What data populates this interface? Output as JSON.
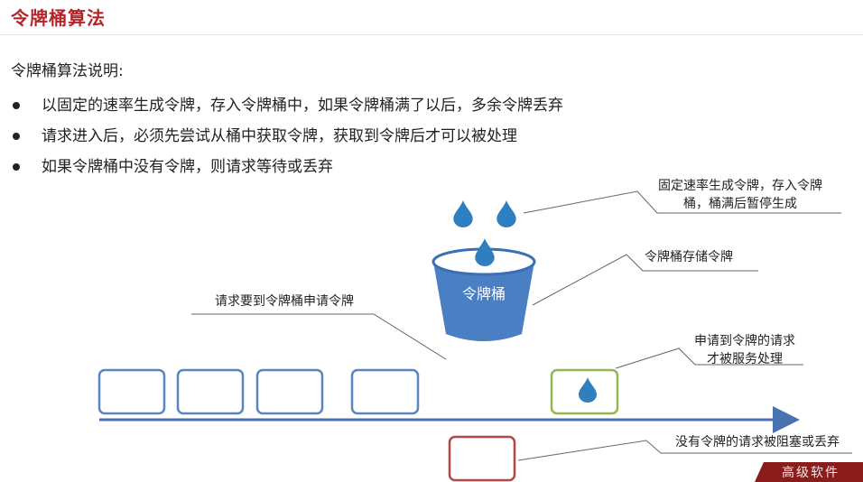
{
  "header": {
    "title": "令牌桶算法"
  },
  "intro": {
    "label": "令牌桶算法说明:",
    "bullets": [
      "以固定的速率生成令牌，存入令牌桶中，如果令牌桶满了以后，多余令牌丢弃",
      "请求进入后，必须先尝试从桶中获取令牌，获取到令牌后才可以被处理",
      "如果令牌桶中没有令牌，则请求等待或丢弃"
    ]
  },
  "diagram": {
    "bucket_label": "令牌桶",
    "annotations": {
      "generate_line1": "固定速率生成令牌，存入令牌",
      "generate_line2": "桶，桶满后暂停生成",
      "store": "令牌桶存储令牌",
      "request": "请求要到令牌桶申请令牌",
      "served_line1": "申请到令牌的请求",
      "served_line2": "才被服务处理",
      "blocked": "没有令牌的请求被阻塞或丢弃"
    },
    "colors": {
      "title_red": "#b5242a",
      "bucket_blue": "#4a7fc4",
      "bucket_rim": "#3a6fb5",
      "token_blue": "#2f7fc0",
      "pending_box": "#5a85c3",
      "served_box": "#95b454",
      "blocked_box": "#b04848",
      "arrow": "#4a72b0"
    }
  },
  "watermark": {
    "text": "高级软件"
  }
}
